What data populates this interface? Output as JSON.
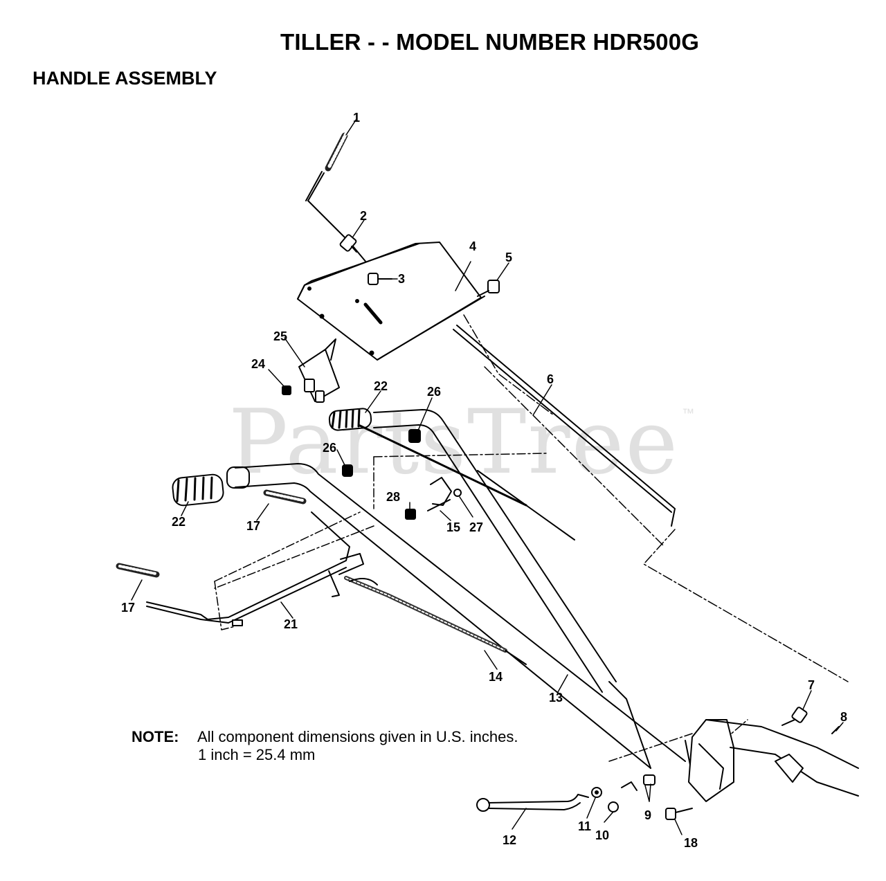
{
  "title": "TILLER - - MODEL NUMBER HDR500G",
  "section": "HANDLE ASSEMBLY",
  "watermark": "PartsTree",
  "watermark_mark": "™",
  "note": {
    "label": "NOTE:",
    "line1": "All component dimensions given in U.S. inches.",
    "line2": "1 inch = 25.4 mm"
  },
  "callouts": {
    "c1": "1",
    "c2": "2",
    "c3": "3",
    "c4": "4",
    "c5": "5",
    "c6": "6",
    "c7": "7",
    "c8": "8",
    "c9": "9",
    "c10": "10",
    "c11": "11",
    "c12": "12",
    "c13": "13",
    "c14": "14",
    "c15": "15",
    "c17a": "17",
    "c17b": "17",
    "c18": "18",
    "c21": "21",
    "c22a": "22",
    "c22b": "22",
    "c24": "24",
    "c25": "25",
    "c26a": "26",
    "c26b": "26",
    "c27": "27",
    "c28": "28"
  }
}
